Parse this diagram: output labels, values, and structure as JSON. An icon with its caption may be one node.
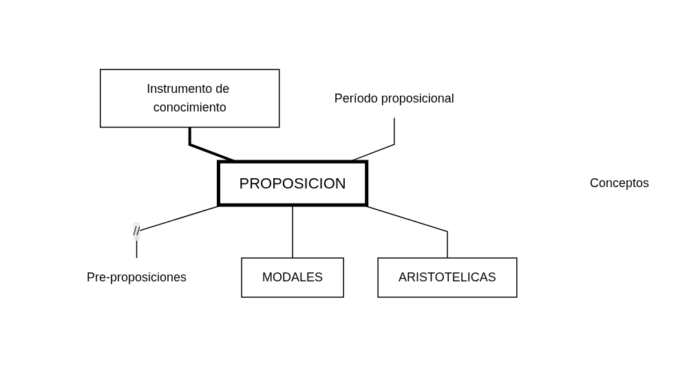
{
  "diagram": {
    "nodes": [
      {
        "text": [
          "Instrumento de conocimiento"
        ]
      },
      {
        "text": [
          "Período proposicional"
        ]
      },
      {
        "text": [
          "PROPOSICION"
        ]
      },
      {
        "text": [
          "Pre-proposiciones"
        ]
      },
      {
        "text": [
          "MODALES"
        ]
      },
      {
        "text": [
          "ARISTOTELICAS"
        ]
      }
    ],
    "edges": [
      {
        "from": 0,
        "to": 2,
        "arrow": "none",
        "style": "thick"
      },
      {
        "from": 1,
        "to": 2,
        "arrow": "none"
      },
      {
        "from": 2,
        "to": 3,
        "arrow": "none",
        "label": "//"
      },
      {
        "from": 2,
        "to": 4,
        "arrow": "none"
      },
      {
        "from": 2,
        "to": 5,
        "arrow": "none"
      }
    ],
    "labels": [
      "Conceptos"
    ]
  }
}
